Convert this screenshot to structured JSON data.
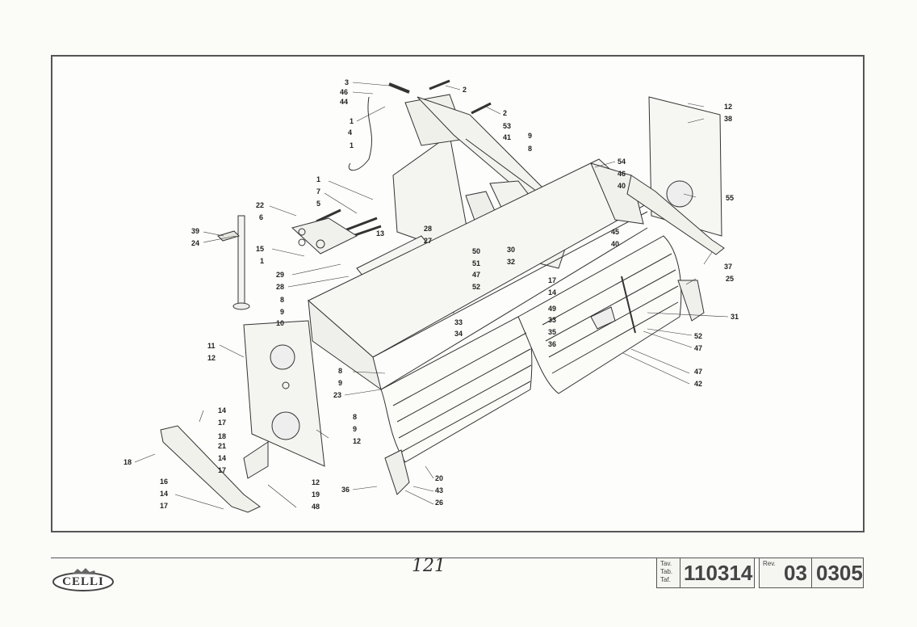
{
  "callouts": [
    {
      "id": "c3",
      "text": "3"
    },
    {
      "id": "c46a",
      "text": "46"
    },
    {
      "id": "c44",
      "text": "44"
    },
    {
      "id": "c1a",
      "text": "1"
    },
    {
      "id": "c4",
      "text": "4"
    },
    {
      "id": "c1b",
      "text": "1"
    },
    {
      "id": "c2a",
      "text": "2"
    },
    {
      "id": "c2b",
      "text": "2"
    },
    {
      "id": "c53",
      "text": "53"
    },
    {
      "id": "c41",
      "text": "41"
    },
    {
      "id": "c9a",
      "text": "9"
    },
    {
      "id": "c8a",
      "text": "8"
    },
    {
      "id": "c12a",
      "text": "12"
    },
    {
      "id": "c38",
      "text": "38"
    },
    {
      "id": "c54",
      "text": "54"
    },
    {
      "id": "c46b",
      "text": "46"
    },
    {
      "id": "c40a",
      "text": "40"
    },
    {
      "id": "c55",
      "text": "55"
    },
    {
      "id": "c1c",
      "text": "1"
    },
    {
      "id": "c7",
      "text": "7"
    },
    {
      "id": "c5",
      "text": "5"
    },
    {
      "id": "c22",
      "text": "22"
    },
    {
      "id": "c6",
      "text": "6"
    },
    {
      "id": "c39",
      "text": "39"
    },
    {
      "id": "c24",
      "text": "24"
    },
    {
      "id": "c13",
      "text": "13"
    },
    {
      "id": "c28a",
      "text": "28"
    },
    {
      "id": "c27",
      "text": "27"
    },
    {
      "id": "c15",
      "text": "15"
    },
    {
      "id": "c1d",
      "text": "1"
    },
    {
      "id": "c45",
      "text": "45"
    },
    {
      "id": "c40b",
      "text": "40"
    },
    {
      "id": "c50",
      "text": "50"
    },
    {
      "id": "c30",
      "text": "30"
    },
    {
      "id": "c51",
      "text": "51"
    },
    {
      "id": "c32",
      "text": "32"
    },
    {
      "id": "c29",
      "text": "29"
    },
    {
      "id": "c47a",
      "text": "47"
    },
    {
      "id": "c28b",
      "text": "28"
    },
    {
      "id": "c52a",
      "text": "52"
    },
    {
      "id": "c17a",
      "text": "17"
    },
    {
      "id": "c14a",
      "text": "14"
    },
    {
      "id": "c37",
      "text": "37"
    },
    {
      "id": "c25",
      "text": "25"
    },
    {
      "id": "c8b",
      "text": "8"
    },
    {
      "id": "c9b",
      "text": "9"
    },
    {
      "id": "c10",
      "text": "10"
    },
    {
      "id": "c33a",
      "text": "33"
    },
    {
      "id": "c34",
      "text": "34"
    },
    {
      "id": "c49",
      "text": "49"
    },
    {
      "id": "c33b",
      "text": "33"
    },
    {
      "id": "c35",
      "text": "35"
    },
    {
      "id": "c36a",
      "text": "36"
    },
    {
      "id": "c31",
      "text": "31"
    },
    {
      "id": "c52b",
      "text": "52"
    },
    {
      "id": "c47b",
      "text": "47"
    },
    {
      "id": "c11",
      "text": "11"
    },
    {
      "id": "c12b",
      "text": "12"
    },
    {
      "id": "c8c",
      "text": "8"
    },
    {
      "id": "c9c",
      "text": "9"
    },
    {
      "id": "c23",
      "text": "23"
    },
    {
      "id": "c47c",
      "text": "47"
    },
    {
      "id": "c42",
      "text": "42"
    },
    {
      "id": "c14b",
      "text": "14"
    },
    {
      "id": "c17b",
      "text": "17"
    },
    {
      "id": "c8d",
      "text": "8"
    },
    {
      "id": "c9d",
      "text": "9"
    },
    {
      "id": "c12c",
      "text": "12"
    },
    {
      "id": "c18a",
      "text": "18"
    },
    {
      "id": "c21",
      "text": "21"
    },
    {
      "id": "c14c",
      "text": "14"
    },
    {
      "id": "c17c",
      "text": "17"
    },
    {
      "id": "c18b",
      "text": "18"
    },
    {
      "id": "c16",
      "text": "16"
    },
    {
      "id": "c14d",
      "text": "14"
    },
    {
      "id": "c17d",
      "text": "17"
    },
    {
      "id": "c12d",
      "text": "12"
    },
    {
      "id": "c19",
      "text": "19"
    },
    {
      "id": "c48",
      "text": "48"
    },
    {
      "id": "c20",
      "text": "20"
    },
    {
      "id": "c36b",
      "text": "36"
    },
    {
      "id": "c43",
      "text": "43"
    },
    {
      "id": "c26",
      "text": "26"
    }
  ],
  "footer": {
    "logo_text": "CELLI",
    "handwritten_mark": "121",
    "table_label_1": "Tav.",
    "table_label_2": "Tab.",
    "table_label_3": "Taf.",
    "table_number": "110314",
    "rev_label": "Rev.",
    "rev_number": "03",
    "date_code": "0305"
  }
}
